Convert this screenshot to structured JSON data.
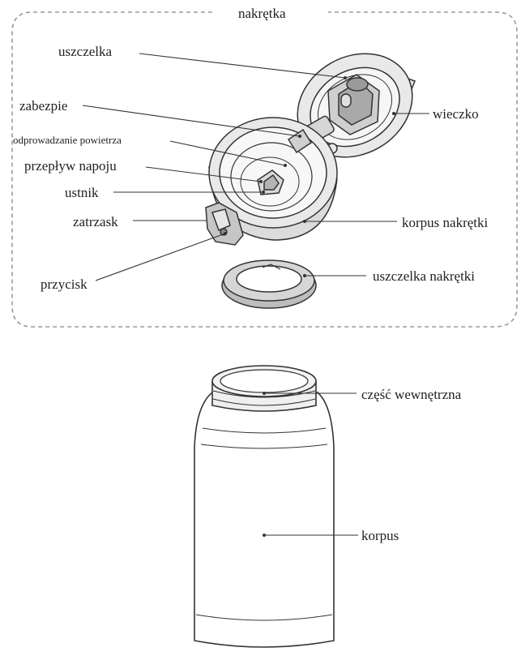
{
  "panel_title": "nakrętka",
  "labels": {
    "seal": "uszczelka",
    "lid": "wieczko",
    "lock": "zabezpie",
    "air_vent": "odprowadzanie powietrza",
    "drink_flow": "przepływ napoju",
    "mouthpiece": "ustnik",
    "latch": "zatrzask",
    "cap_body": "korpus nakrętki",
    "button": "przycisk",
    "cap_seal": "uszczelka nakrętki",
    "inner_part": "część wewnętrzna",
    "body": "korpus"
  },
  "colors": {
    "line": "#333333",
    "fill_light": "#e9e9e9",
    "fill_mid": "#c8c8c8",
    "seal_fill": "#a9a9a9",
    "panel_border": "#9a9a9a"
  }
}
